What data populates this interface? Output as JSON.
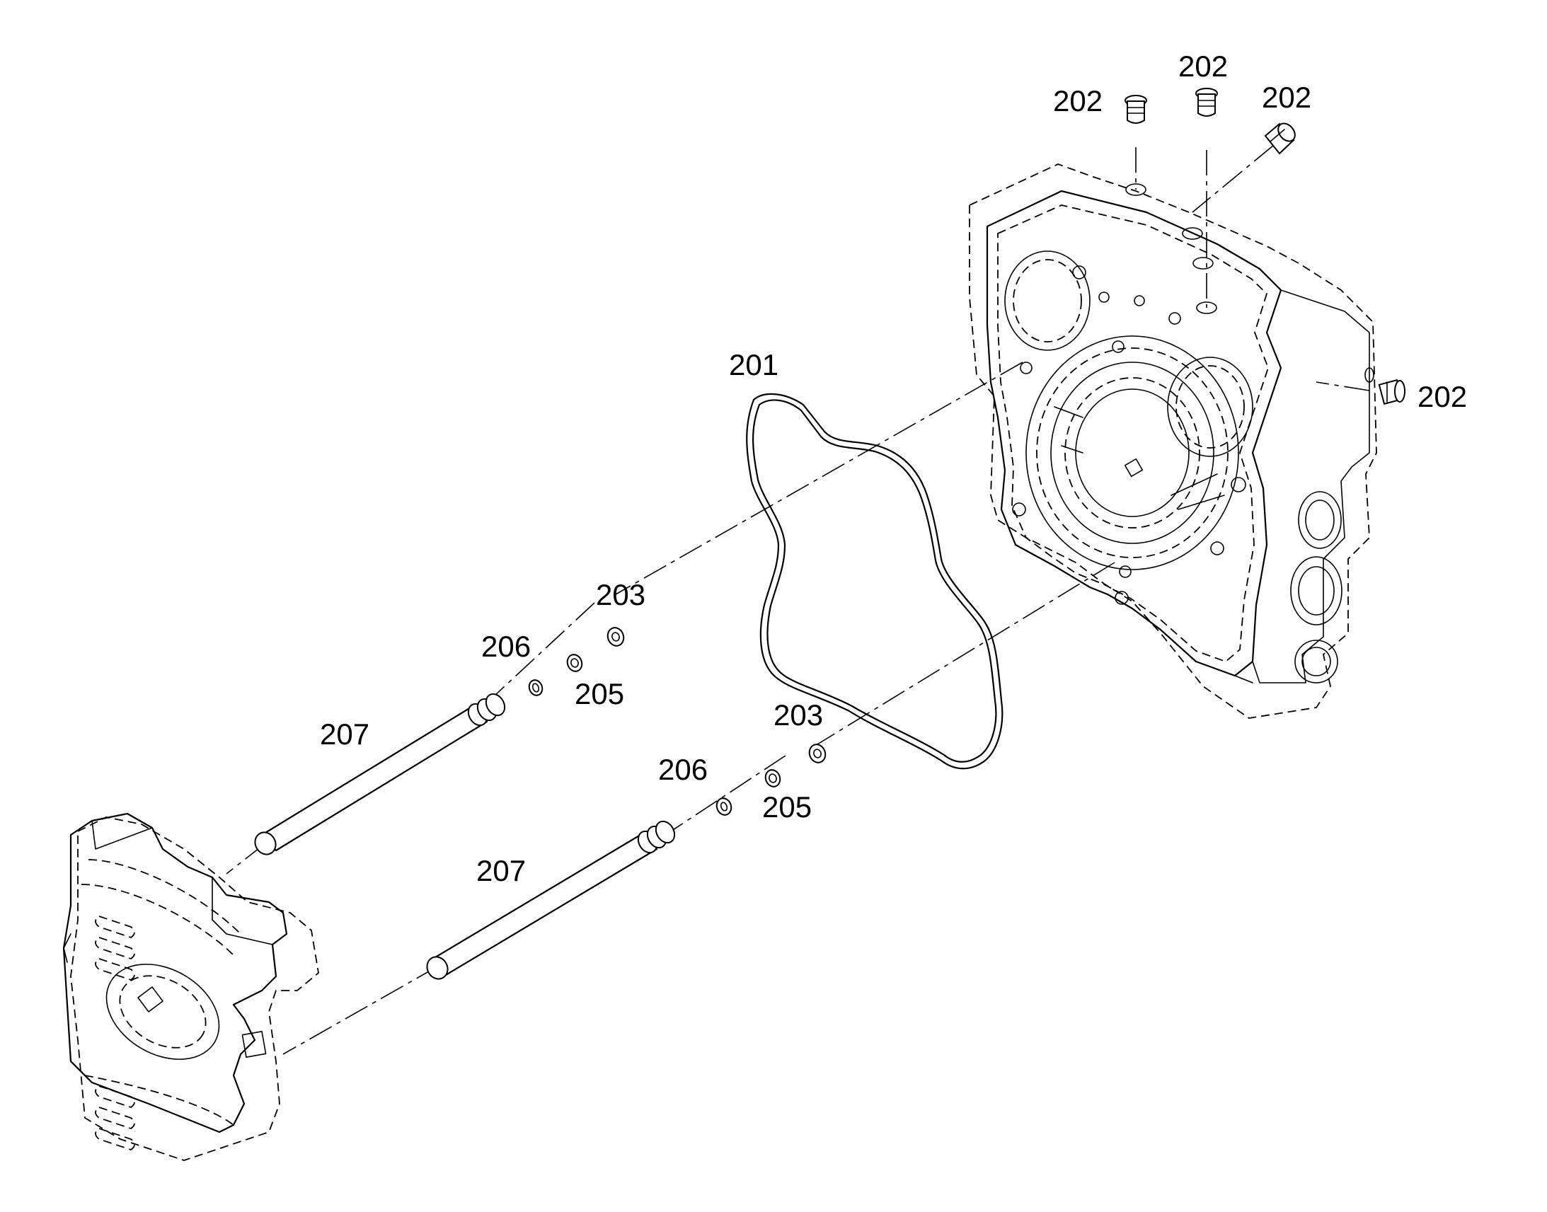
{
  "callouts": {
    "c202a": "202",
    "c202b": "202",
    "c202c": "202",
    "c202d": "202",
    "c201": "201",
    "c203a": "203",
    "c206a": "206",
    "c205a": "205",
    "c207a": "207",
    "c203b": "203",
    "c206b": "206",
    "c205b": "205",
    "c207b": "207"
  }
}
